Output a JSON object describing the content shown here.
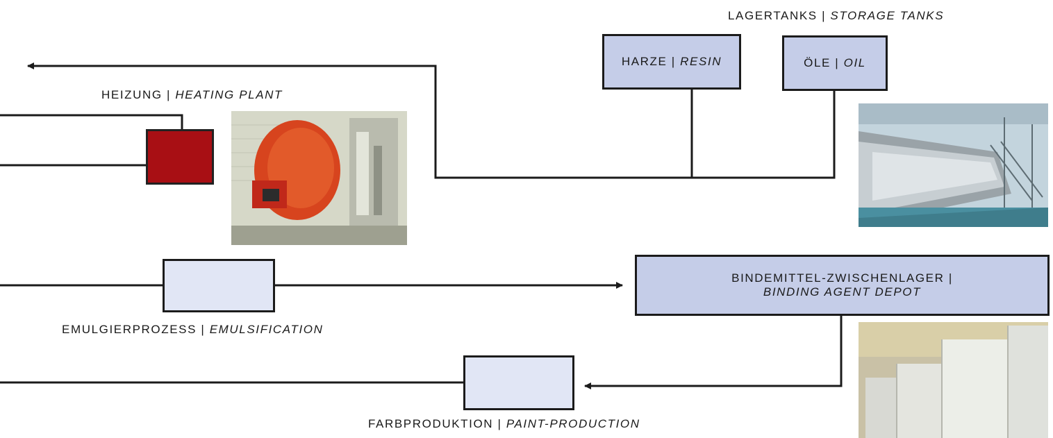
{
  "storage": {
    "title_de": "LAGERTANKS",
    "sep": " | ",
    "title_en": "STORAGE TANKS",
    "resin_de": "HARZE",
    "resin_en": "RESIN",
    "oil_de": "ÖLE",
    "oil_en": "OIL"
  },
  "heating": {
    "title_de": "HEIZUNG",
    "sep": " | ",
    "title_en": "HEATING PLANT"
  },
  "depot": {
    "line1": "BINDEMITTEL-ZWISCHENLAGER |",
    "line2": "BINDING AGENT DEPOT"
  },
  "emulsification": {
    "title_de": "EMULGIERPROZESS",
    "sep": " | ",
    "title_en": "EMULSIFICATION"
  },
  "paint": {
    "title_de": "FARBPRODUKTION",
    "sep": " | ",
    "title_en": "PAINT-PRODUCTION"
  },
  "colors": {
    "box_blue": "#c5cde8",
    "box_pale": "#e1e6f5",
    "heater_red": "#a80f14",
    "line": "#1b1b1b"
  }
}
